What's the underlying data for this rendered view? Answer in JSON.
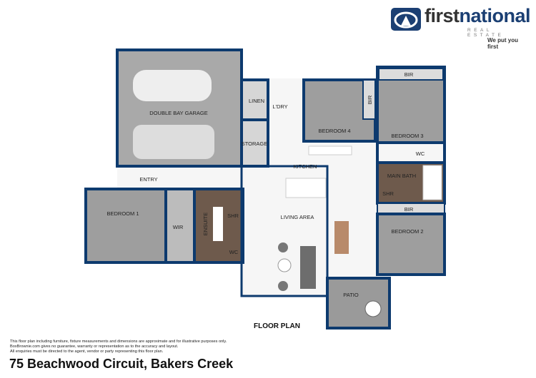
{
  "brand": {
    "name_part1": "first",
    "name_part2": "national",
    "subtitle": "REAL ESTATE",
    "tagline": "We put you first",
    "color": "#1b3f73"
  },
  "plan": {
    "title": "FLOOR PLAN",
    "wall_color": "#0d3a6e",
    "rooms": {
      "garage": "DOUBLE BAY GARAGE",
      "linen": "LINEN",
      "laundry": "L'DRY",
      "storage": "STORAGE",
      "bedroom4": "BEDROOM 4",
      "bir4": "BIR",
      "bedroom3": "BEDROOM 3",
      "bir3": "BIR",
      "wc_main": "WC",
      "kitchen": "KITCHEN",
      "main_bath": "MAIN BATH",
      "shr_main": "SHR",
      "bir2": "BIR",
      "bedroom2": "BEDROOM 2",
      "entry": "ENTRY",
      "bedroom1": "BEDROOM 1",
      "wir": "WIR",
      "ensuite": "ENSUITE",
      "shr_ensuite": "SHR",
      "wc_ensuite": "WC",
      "living": "LIVING AREA",
      "patio": "PATIO"
    }
  },
  "disclaimer": [
    "This floor plan including furniture, fixture measurements and dimensions are approximate and for illustrative purposes only.",
    "BoxBrownie.com gives no guarantee, warranty or representation as to the accuracy and layout.",
    "All enquiries must be directed to the agent, vendor or party representing this floor plan."
  ],
  "address": "75 Beachwood Circuit, Bakers Creek"
}
